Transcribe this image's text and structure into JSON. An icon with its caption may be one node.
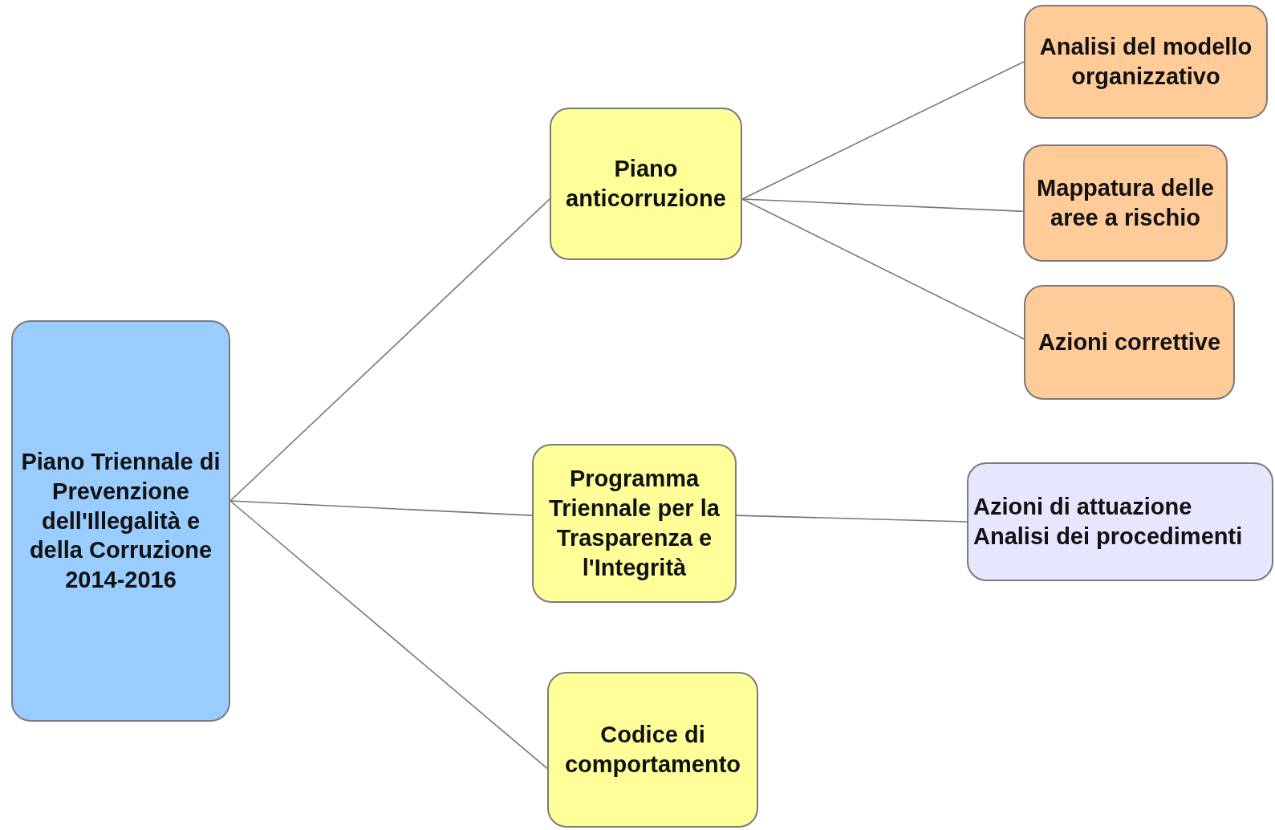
{
  "diagram": {
    "nodes": [
      {
        "text": [
          "Piano Triennale di Prevenzione dell'Illegalità e della Corruzione 2014-2016"
        ]
      },
      {
        "text": [
          "Piano anticorruzione"
        ]
      },
      {
        "text": [
          "Programma Triennale per la Trasparenza e l'Integrità"
        ]
      },
      {
        "text": [
          "Codice di comportamento"
        ]
      },
      {
        "text": [
          "Analisi del modello organizzativo"
        ]
      },
      {
        "text": [
          "Mappatura delle aree a rischio"
        ]
      },
      {
        "text": [
          "Azioni correttive"
        ]
      },
      {
        "text": [
          "Azioni di attuazione",
          "Analisi dei procedimenti"
        ]
      }
    ],
    "edges": [
      {
        "from": 0,
        "to": 1,
        "arrow": "none"
      },
      {
        "from": 0,
        "to": 2,
        "arrow": "none"
      },
      {
        "from": 0,
        "to": 3,
        "arrow": "none"
      },
      {
        "from": 1,
        "to": 4,
        "arrow": "none"
      },
      {
        "from": 1,
        "to": 5,
        "arrow": "none"
      },
      {
        "from": 1,
        "to": 6,
        "arrow": "none"
      },
      {
        "from": 2,
        "to": 7,
        "arrow": "none"
      }
    ]
  }
}
